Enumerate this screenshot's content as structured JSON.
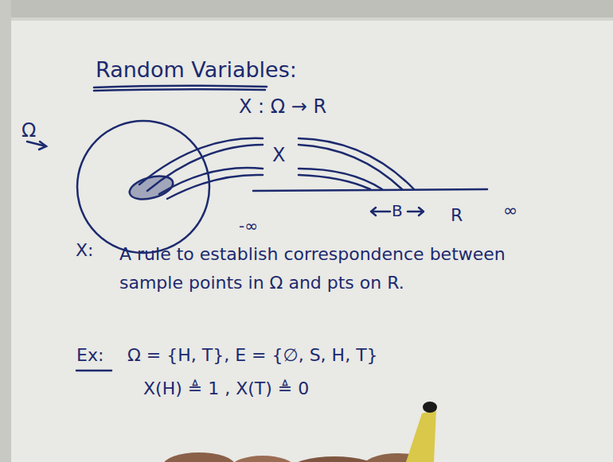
{
  "diagram": {
    "title": "Random Variables:",
    "nodes": [
      {
        "text": [
          "Ω"
        ]
      }
    ],
    "labels": [
      "X : Ω → R",
      "X",
      "B",
      "-∞",
      "R",
      "∞",
      "X:",
      "A rule to establish correspondence between sample points in Ω and pts on R.",
      "Ex:",
      "Ω = {H, T}, E = {∅, S, H, T}",
      "X(H) ≜ 1 , X(T) ≜ 0"
    ]
  }
}
